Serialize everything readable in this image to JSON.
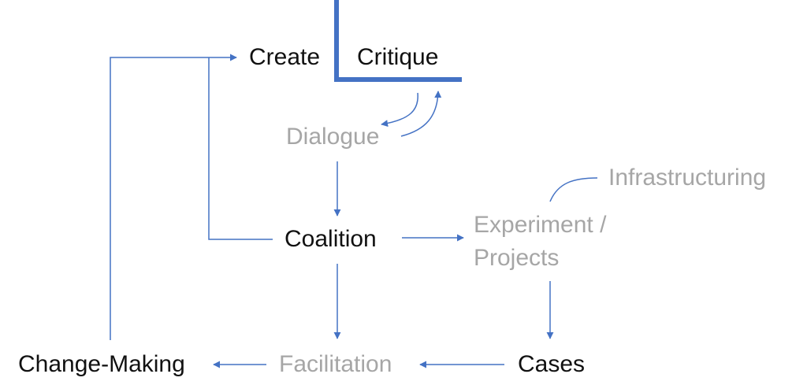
{
  "colors": {
    "connector": "#4472c4",
    "primary_text": "#111111",
    "secondary_text": "#a6a6a6",
    "background": "#ffffff"
  },
  "nodes": {
    "create": "Create",
    "critique": "Critique",
    "dialogue": "Dialogue",
    "infrastructuring": "Infrastructuring",
    "coalition": "Coalition",
    "experiment_line1": "Experiment /",
    "experiment_line2": "Projects",
    "change_making": "Change-Making",
    "facilitation": "Facilitation",
    "cases": "Cases"
  }
}
